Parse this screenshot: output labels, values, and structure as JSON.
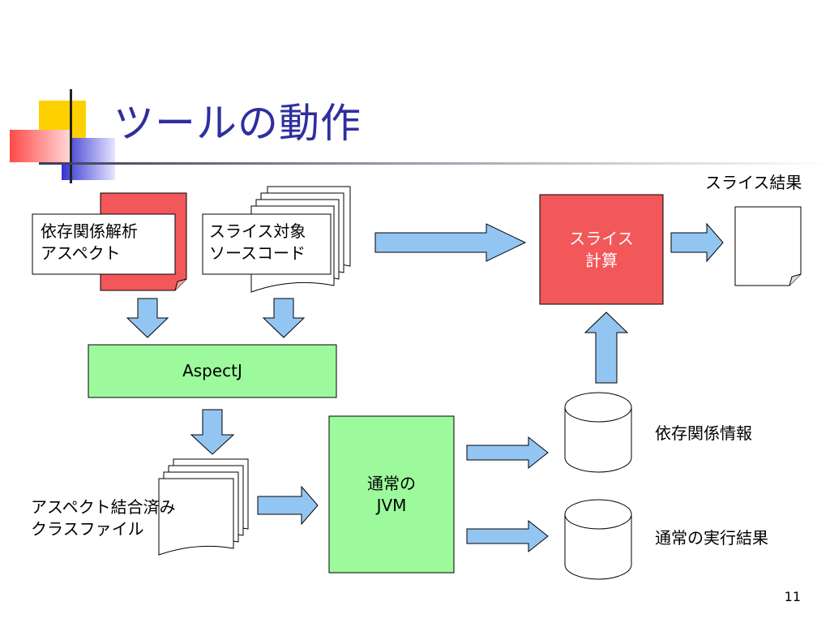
{
  "slide": {
    "title": "ツールの動作",
    "page_number": "11"
  },
  "nodes": {
    "dependency_aspect": {
      "line1": "依存関係解析",
      "line2": "アスペクト"
    },
    "slice_target_source": {
      "line1": "スライス対象",
      "line2": "ソースコード"
    },
    "aspectj": {
      "label": "AspectJ"
    },
    "woven_class_files": {
      "line1": "アスペクト結合済み",
      "line2": "クラスファイル"
    },
    "normal_jvm": {
      "line1": "通常の",
      "line2": "JVM"
    },
    "slice_calc": {
      "line1": "スライス",
      "line2": "計算"
    },
    "slice_result": {
      "label": "スライス結果"
    },
    "dependency_info": {
      "label": "依存関係情報"
    },
    "normal_exec_result": {
      "label": "通常の実行結果"
    }
  },
  "colors": {
    "title_blue": "#2f2f9e",
    "slice_red": "#f2575a",
    "process_green": "#9cf99c",
    "arrow_blue": "#93c5f3",
    "logo_yellow": "#ffd000",
    "logo_red": "#ff5a5a",
    "logo_blue": "#3f3fd6"
  }
}
